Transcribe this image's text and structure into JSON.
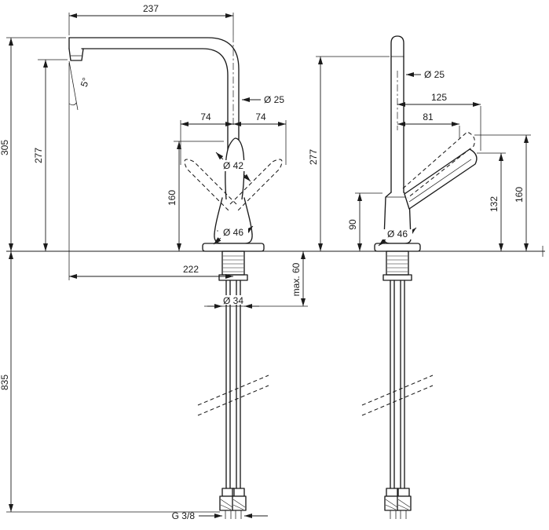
{
  "drawing": {
    "side": {
      "spout_reach": "237",
      "total_height": "305",
      "spout_height": "277",
      "spout_angle": "5°",
      "spout_diameter": "Ø 25",
      "handle_swing_left": "74",
      "handle_swing_right": "74",
      "handle_diameter": "Ø 42",
      "handle_height": "160",
      "base_diameter": "Ø 46",
      "outlet_offset": "222",
      "shank_diameter": "Ø 34",
      "max_deck_thickness": "max. 60",
      "hose_length": "835",
      "thread_size": "G 3/8"
    },
    "front": {
      "pipe_diameter": "Ø 25",
      "handle_reach": "125",
      "handle_grip_reach": "81",
      "column_height": "277",
      "body_height": "90",
      "base_diameter": "Ø 46",
      "handle_height": "132",
      "handle_raised_height": "160"
    }
  }
}
